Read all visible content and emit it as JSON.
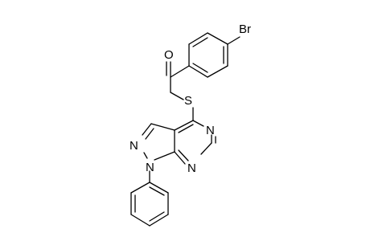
{
  "molecule": {
    "atoms": {
      "br": "Br",
      "o": "O",
      "s": "S",
      "n_pyrimidine_1": "N",
      "n_pyrimidine_2": "N",
      "n_pyrazole_2": "N",
      "n_pyrazole_1": "N"
    }
  }
}
